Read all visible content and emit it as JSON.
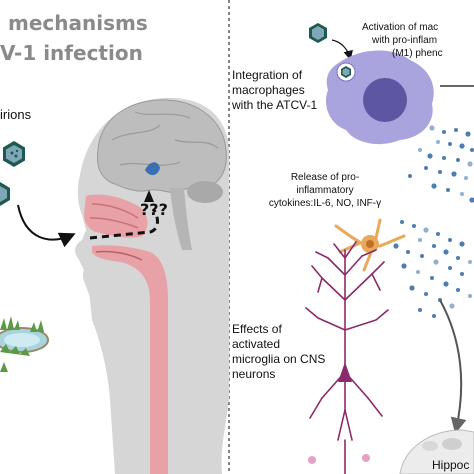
{
  "left_panel": {
    "title_line1": "mechanisms",
    "title_line2": "V-1 infection",
    "virions_label": "irions",
    "unknown_route_label": "???"
  },
  "right_panel": {
    "activation_label_line1": "Activation of mac",
    "activation_label_line2": "with pro-inflam",
    "activation_label_line3": "(M1) phenc",
    "integration_label_line1": "Integration of",
    "integration_label_line2": "macrophages",
    "integration_label_line3": "with the ATCV-1",
    "release_label_line1": "Release of pro-",
    "release_label_line2": "inflammatory",
    "release_label_line3": "cytokines:IL-6, NO, INF-γ",
    "effects_label_line1": "Effects of",
    "effects_label_line2": "activated",
    "effects_label_line3": "microglia on CNS",
    "effects_label_line4": "neurons",
    "hippocampus_label": "Hippoc"
  },
  "colors": {
    "title_gray": "#8a8a8a",
    "virus_green": "#1e5a50",
    "virus_fill": "#7fa7b8",
    "macrophage": "#a9a4dd",
    "macrophage_nucleus": "#5d57a3",
    "cytokine_blue": "#3b6fa8",
    "head_gray": "#c9c9c9",
    "brain": "#d9d9d9",
    "nasal_pink": "#e8a1a6",
    "neuron_purple": "#8a2b6b",
    "microglia_orange": "#e8a95a",
    "grass_green": "#5b9b45",
    "divider": "#333333"
  },
  "icons": [
    "virus-icon",
    "macrophage-icon",
    "head-icon",
    "neuron-icon",
    "microglia-icon",
    "mouse-icon",
    "grass-icon"
  ]
}
